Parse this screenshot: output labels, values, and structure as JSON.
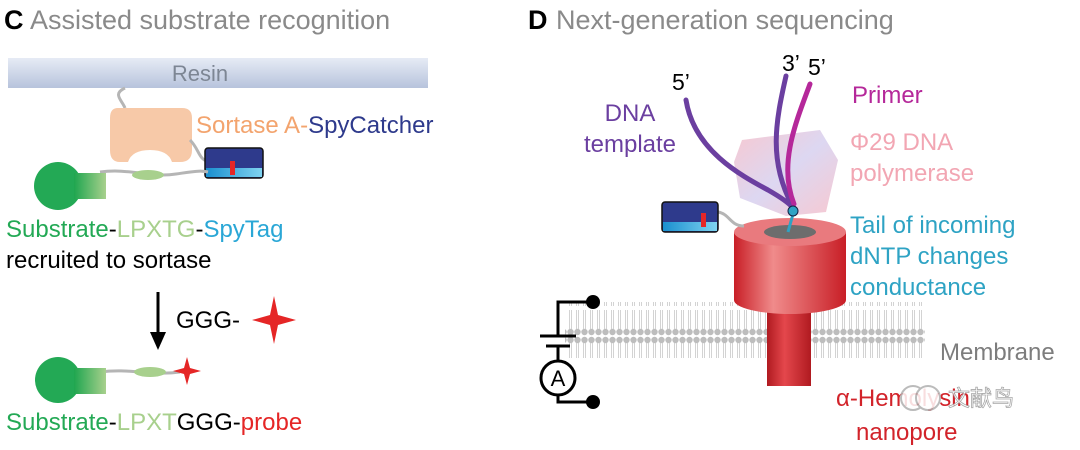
{
  "panel_c": {
    "letter": "C",
    "title": "Assisted substrate recognition",
    "resin": "Resin",
    "enzyme": {
      "sortase": "Sortase A",
      "dash": "-",
      "spycatcher": "SpyCatcher"
    },
    "substrate_line": {
      "substrate": "Substrate",
      "dash1": "-",
      "lpxtg": "LPXTG",
      "dash2": "-",
      "spytag": "SpyTag"
    },
    "recruited": "recruited to sortase",
    "reagent": "GGG-",
    "product_line": {
      "substrate": "Substrate",
      "dash1": "-",
      "lpxt": "LPXT",
      "ggg": "GGG",
      "dash2": "-",
      "probe": "probe"
    }
  },
  "panel_d": {
    "letter": "D",
    "title": "Next-generation sequencing",
    "template_5prime": "5’",
    "primer_3prime": "3’",
    "primer_5prime": "5’",
    "dna_template": [
      "DNA",
      "template"
    ],
    "primer": "Primer",
    "polymerase": [
      "Φ29 DNA",
      "polymerase"
    ],
    "tail": [
      "Tail of incoming",
      "dNTP changes",
      "conductance"
    ],
    "membrane": "Membrane",
    "nanopore": [
      "α-Hemolysin",
      "nanopore"
    ],
    "ammeter": "A",
    "watermark": "文献鸟"
  },
  "colors": {
    "title_gray": "#8a8a8a",
    "resin_bar": "#c9d3e6",
    "sortase": "#f7c9a8",
    "sortase_text": "#f3a46e",
    "spycatcher": "#2e3a8c",
    "spytag": "#2aa7d6",
    "substrate": "#23a955",
    "lpxtg": "#a8d08d",
    "probe": "#e52626",
    "template_purple": "#6b3fa0",
    "primer_magenta": "#b5289a",
    "polymerase_pink": "#f2a6b3",
    "tail_teal": "#2ea3c4",
    "hemolysin_red": "#d2232a",
    "membrane_gray": "#7d7d7d"
  }
}
